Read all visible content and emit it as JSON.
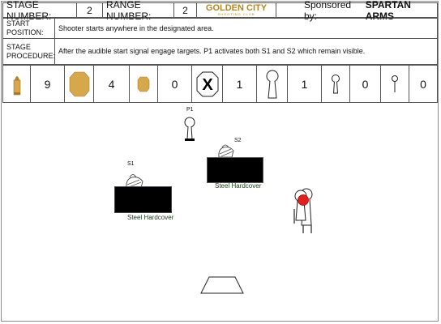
{
  "header": {
    "stage_label": "STAGE NUMBER:",
    "stage_value": "2",
    "range_label": "RANGE NUMBER:",
    "range_value": "2",
    "logo_text": "GOLDEN CITY",
    "logo_sub": "SHOOTING CLUB",
    "sponsor_label": "Sponsored by:",
    "sponsor_name": "SPARTAN ARMS"
  },
  "start": {
    "label": "START POSITION:",
    "text": "Shooter starts anywhere in the designated area."
  },
  "procedure": {
    "label": "STAGE PROCEDURE:",
    "text": "After the audible start signal engage targets. P1 activates both S1 and S2 which remain visible."
  },
  "counts": [
    {
      "icon": "cartridge-icon",
      "value": "9"
    },
    {
      "icon": "paper-target-icon",
      "value": "4"
    },
    {
      "icon": "mini-paper-target-icon",
      "value": "0"
    },
    {
      "icon": "no-shoot-icon",
      "value": "1"
    },
    {
      "icon": "popper-icon",
      "value": "1"
    },
    {
      "icon": "mini-popper-icon",
      "value": "0"
    },
    {
      "icon": "plate-icon",
      "value": "0"
    }
  ],
  "no_shoot_symbol": "X",
  "stage": {
    "p1_label": "P1",
    "s1_label": "S1",
    "s2_label": "S2",
    "cover1_label": "Steel Hardcover",
    "cover2_label": "Steel Hardcover"
  },
  "colors": {
    "brass": "#c9a24a",
    "target_tan": "#d6a84c",
    "hardcover": "#000000",
    "no_shoot_red": "#e01f1f"
  }
}
